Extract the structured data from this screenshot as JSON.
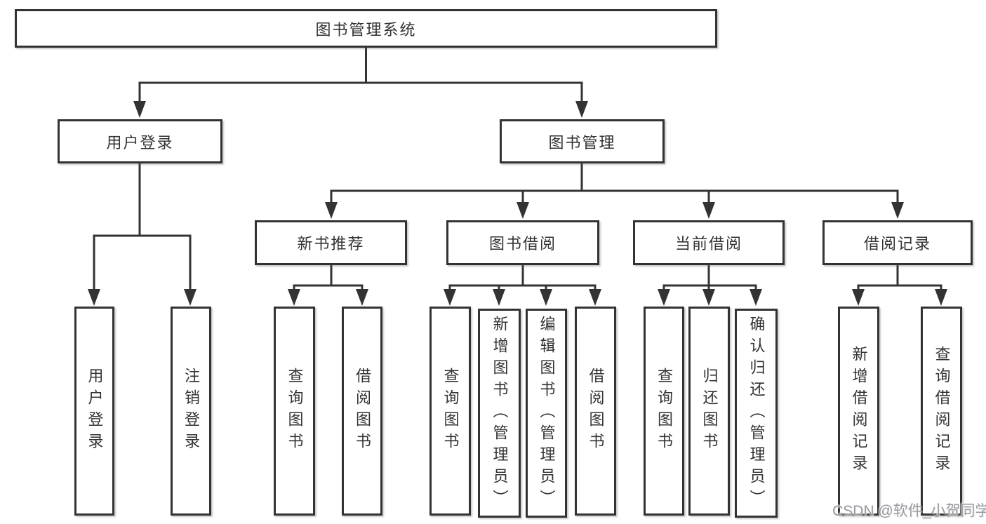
{
  "diagram": {
    "title": "图书管理系统",
    "root": {
      "label": "图书管理系统"
    },
    "level1": [
      {
        "id": "user-login",
        "label": "用户登录",
        "parent": "图书管理系统"
      },
      {
        "id": "book-management",
        "label": "图书管理",
        "parent": "图书管理系统"
      }
    ],
    "level2": [
      {
        "id": "new-book-recommend",
        "label": "新书推荐",
        "parent": "图书管理"
      },
      {
        "id": "book-borrowing",
        "label": "图书借阅",
        "parent": "图书管理"
      },
      {
        "id": "current-borrowing",
        "label": "当前借阅",
        "parent": "图书管理"
      },
      {
        "id": "borrowing-records",
        "label": "借阅记录",
        "parent": "图书管理"
      }
    ],
    "leaves": [
      {
        "id": "leaf-user-login",
        "label": "用户登录",
        "parent": "用户登录"
      },
      {
        "id": "leaf-logout",
        "label": "注销登录",
        "parent": "用户登录"
      },
      {
        "id": "leaf-query-books-1",
        "label": "查询图书",
        "parent": "新书推荐"
      },
      {
        "id": "leaf-borrow-books-1",
        "label": "借阅图书",
        "parent": "新书推荐"
      },
      {
        "id": "leaf-query-books-2",
        "label": "查询图书",
        "parent": "图书借阅"
      },
      {
        "id": "leaf-add-books-admin",
        "label": "新增图书（管理员）",
        "parent": "图书借阅"
      },
      {
        "id": "leaf-edit-books-admin",
        "label": "编辑图书（管理员）",
        "parent": "图书借阅"
      },
      {
        "id": "leaf-borrow-books-2",
        "label": "借阅图书",
        "parent": "图书借阅"
      },
      {
        "id": "leaf-query-books-3",
        "label": "查询图书",
        "parent": "当前借阅"
      },
      {
        "id": "leaf-return-books",
        "label": "归还图书",
        "parent": "当前借阅"
      },
      {
        "id": "leaf-confirm-return-admin",
        "label": "确认归还（管理员）",
        "parent": "当前借阅"
      },
      {
        "id": "leaf-add-borrow-record",
        "label": "新增借阅记录",
        "parent": "借阅记录"
      },
      {
        "id": "leaf-query-borrow-record",
        "label": "查询借阅记录",
        "parent": "借阅记录"
      }
    ]
  },
  "watermark": {
    "text": "CSDN @软件_小贺同学"
  },
  "colors": {
    "background": "#ffffff",
    "line": "#333333",
    "box_border": "#333333",
    "text": "#333333",
    "watermark": "#97999e"
  }
}
